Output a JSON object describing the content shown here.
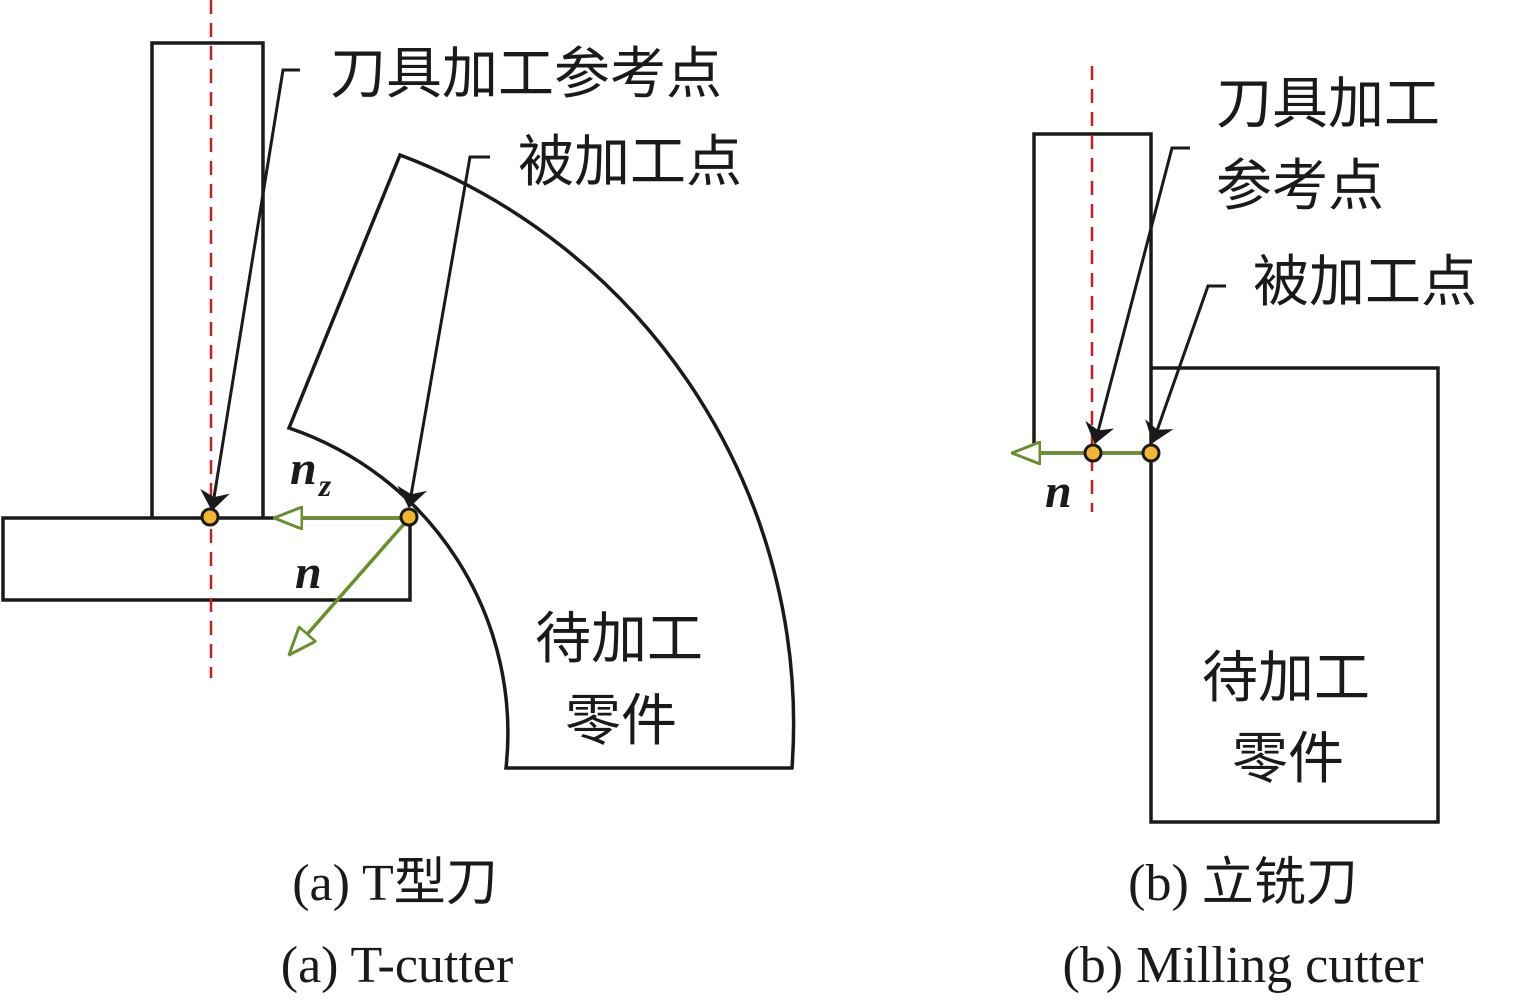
{
  "panel_a": {
    "label_tool_ref": "刀具加工参考点",
    "label_machined": "被加工点",
    "label_workpiece_1": "待加工",
    "label_workpiece_2": "零件",
    "vector_nz_base": "n",
    "vector_nz_sub": "z",
    "vector_n": "n",
    "caption_cn": "(a) T型刀",
    "caption_en": "(a) T-cutter"
  },
  "panel_b": {
    "label_tool_ref_1": "刀具加工",
    "label_tool_ref_2": "参考点",
    "label_machined": "被加工点",
    "label_workpiece_1": "待加工",
    "label_workpiece_2": "零件",
    "vector_n": "n",
    "caption_cn": "(b) 立铣刀",
    "caption_en": "(b) Milling cutter"
  },
  "colors": {
    "outline": "#1a1a1a",
    "axis": "#c81e1e",
    "normal_vector": "#6b8e2f",
    "point_fill": "#f2b630"
  }
}
